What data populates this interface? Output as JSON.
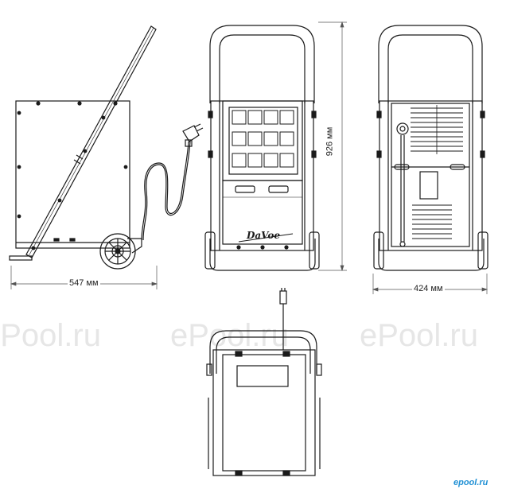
{
  "dimensions": {
    "width_side": "547 мм",
    "height": "926 мм",
    "width_back": "424 мм"
  },
  "watermarks": [
    "ePool.ru",
    "ePool.ru",
    "ePool.ru"
  ],
  "front_brand": "DaVoe",
  "corner_logo": "epool.ru",
  "colors": {
    "line": "#1a1a1a",
    "watermark": "#e6e6e6",
    "logo": "#1e8fd4"
  }
}
